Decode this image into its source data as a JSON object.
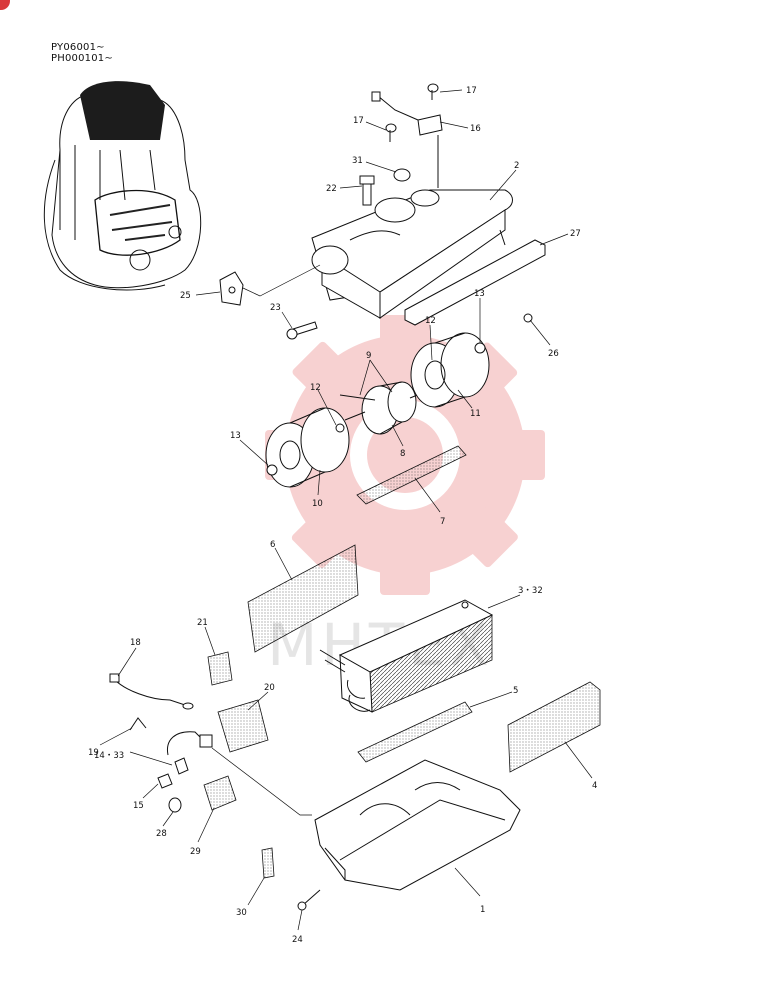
{
  "serials": [
    "PY06001∼",
    "PH000101∼"
  ],
  "watermark": "MHTEX",
  "colors": {
    "watermark": "#f6c9c9",
    "ink": "#111111",
    "corner_badge": "#d9383a"
  },
  "callouts": [
    "1",
    "2",
    "3・32",
    "4",
    "5",
    "6",
    "7",
    "8",
    "9",
    "10",
    "11",
    "12",
    "12",
    "13",
    "13",
    "14・33",
    "15",
    "16",
    "17",
    "17",
    "18",
    "19",
    "20",
    "21",
    "22",
    "23",
    "24",
    "25",
    "26",
    "27",
    "28",
    "29",
    "30",
    "31"
  ]
}
